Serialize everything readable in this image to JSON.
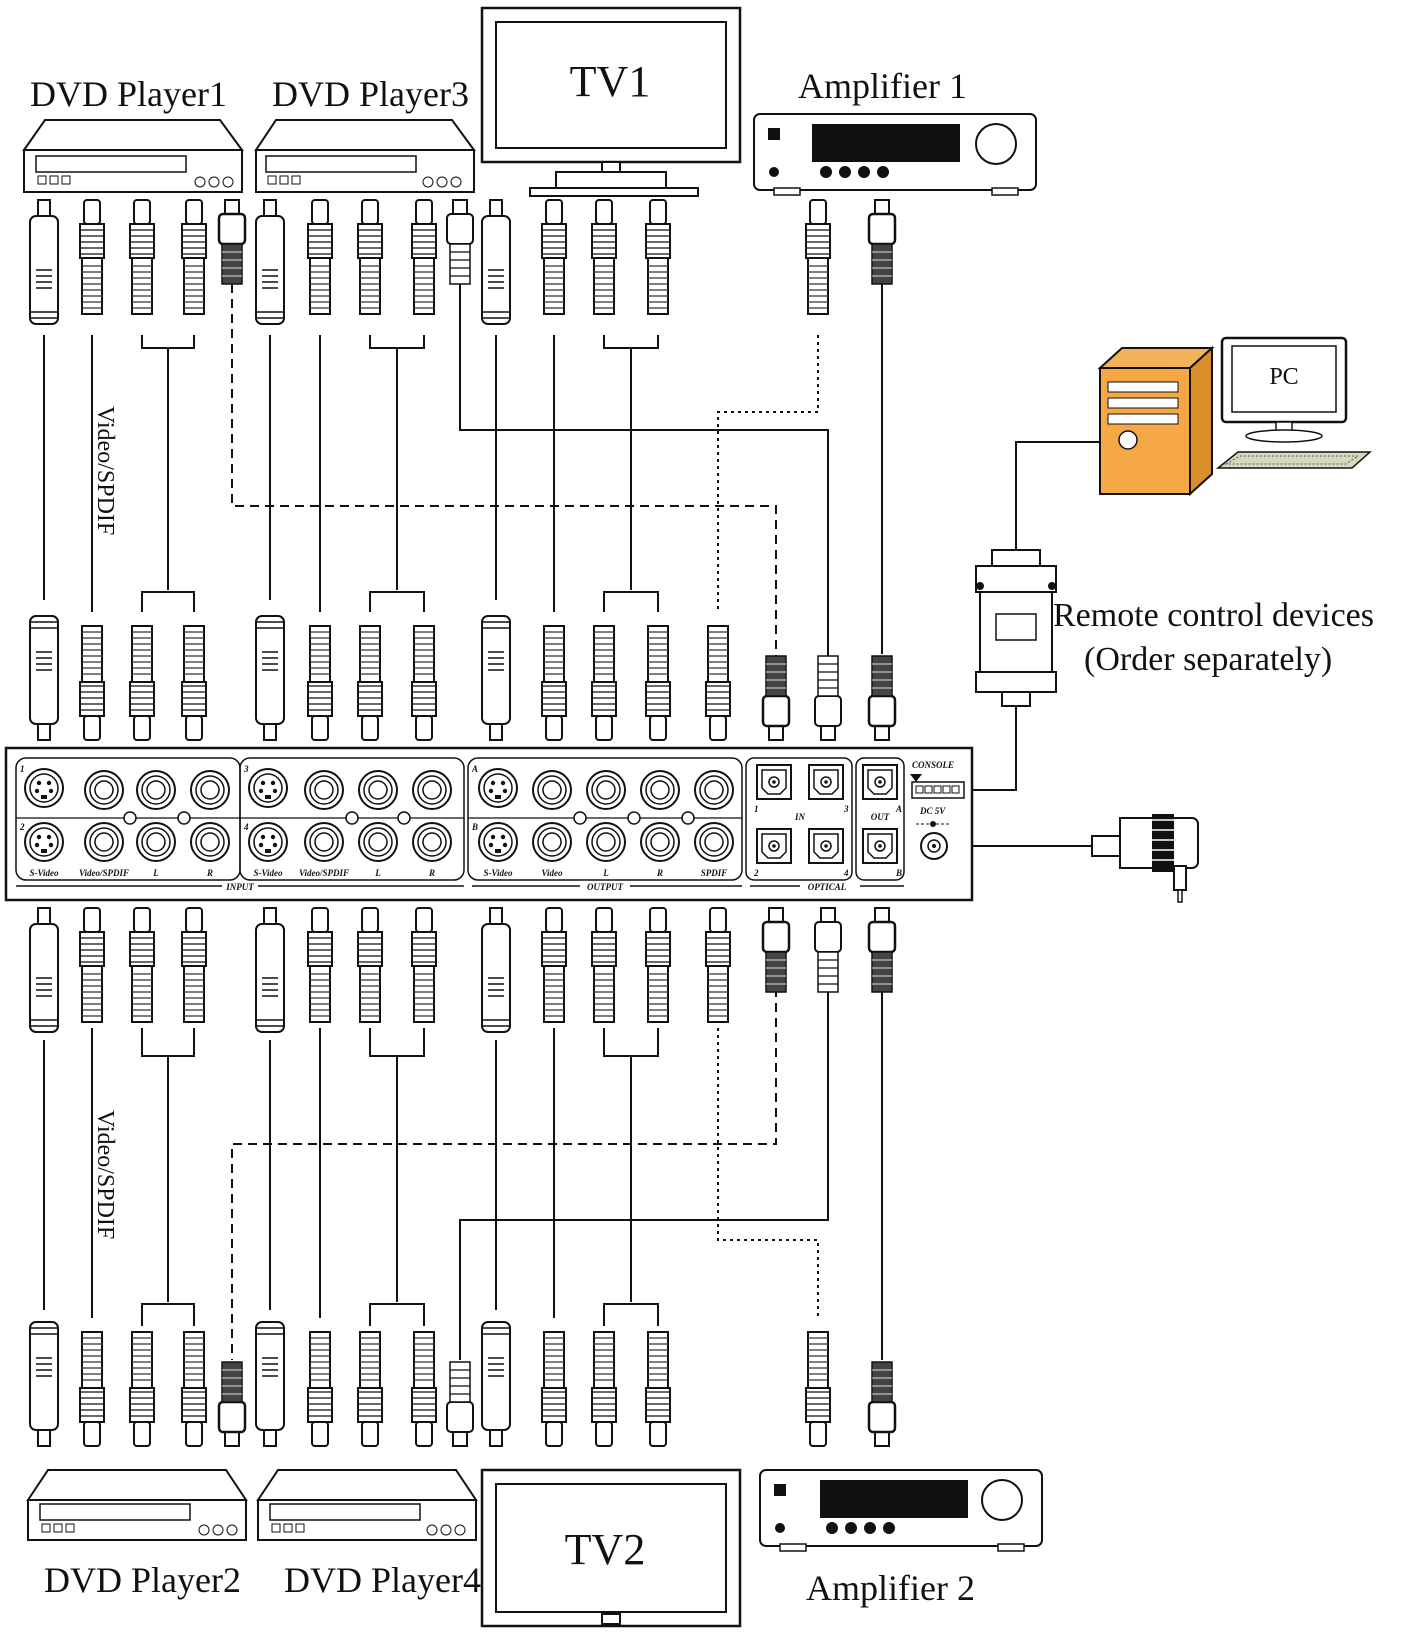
{
  "devices": {
    "dvd_player1": "DVD Player1",
    "dvd_player2": "DVD Player2",
    "dvd_player3": "DVD Player3",
    "dvd_player4": "DVD Player4",
    "tv1": "TV1",
    "tv2": "TV2",
    "amplifier1": "Amplifier 1",
    "amplifier2": "Amplifier 2",
    "pc": "PC",
    "remote_line1": "Remote control devices",
    "remote_line2": "(Order separately)"
  },
  "cable_labels": {
    "video_spdif_top": "Video/SPDIF",
    "video_spdif_bottom": "Video/SPDIF"
  },
  "panel": {
    "console": "CONSOLE",
    "dc5v": "DC 5V",
    "in_label": "IN",
    "out_label": "OUT",
    "input_section": "INPUT",
    "output_section": "OUTPUT",
    "optical_section": "OPTICAL",
    "col_svideo": "S-Video",
    "col_video_spdif": "Video/SPDIF",
    "col_l": "L",
    "col_r": "R",
    "col_video": "Video",
    "col_spdif": "SPDIF",
    "num_1": "1",
    "num_2": "2",
    "num_3": "3",
    "num_4": "4",
    "letter_a": "A",
    "letter_b": "B"
  }
}
